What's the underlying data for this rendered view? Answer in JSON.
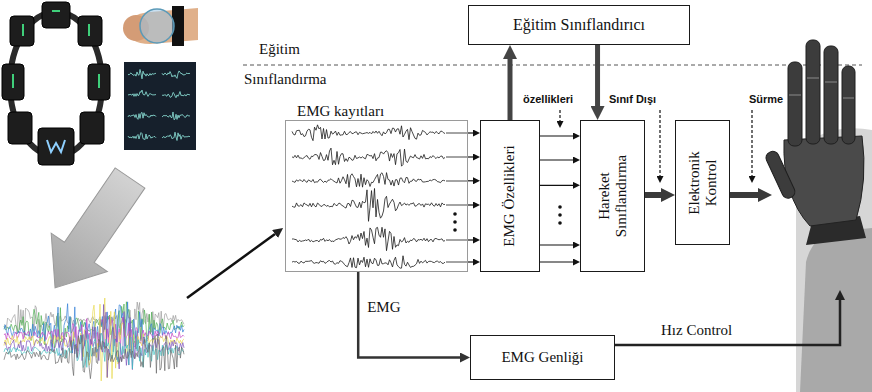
{
  "diagram": {
    "nodes": [
      {
        "text": [
          "Eğitim Sınıflandırıcı"
        ]
      },
      {
        "text": [
          "EMG kayıtları"
        ]
      },
      {
        "text": [
          "EMG Özellikleri"
        ]
      },
      {
        "text": [
          "Hareket Sınıflandırma"
        ]
      },
      {
        "text": [
          "Elektronik Kontrol"
        ]
      },
      {
        "text": [
          "EMG Genliği"
        ]
      }
    ],
    "edges": [
      {
        "from": 1,
        "to": 2,
        "arrow": "to"
      },
      {
        "from": 2,
        "to": 0,
        "arrow": "to"
      },
      {
        "from": 0,
        "to": 3,
        "arrow": "to"
      },
      {
        "from": 2,
        "to": 3,
        "arrow": "to"
      },
      {
        "from": 3,
        "to": 4,
        "arrow": "to"
      },
      {
        "from": 1,
        "to": 5,
        "label": "EMG",
        "arrow": "to"
      }
    ],
    "labels": [
      "Eğitim",
      "Sınıflandırma",
      "özellikleri",
      "Sınıf Dışı",
      "Sürme",
      "Hız Control"
    ]
  }
}
